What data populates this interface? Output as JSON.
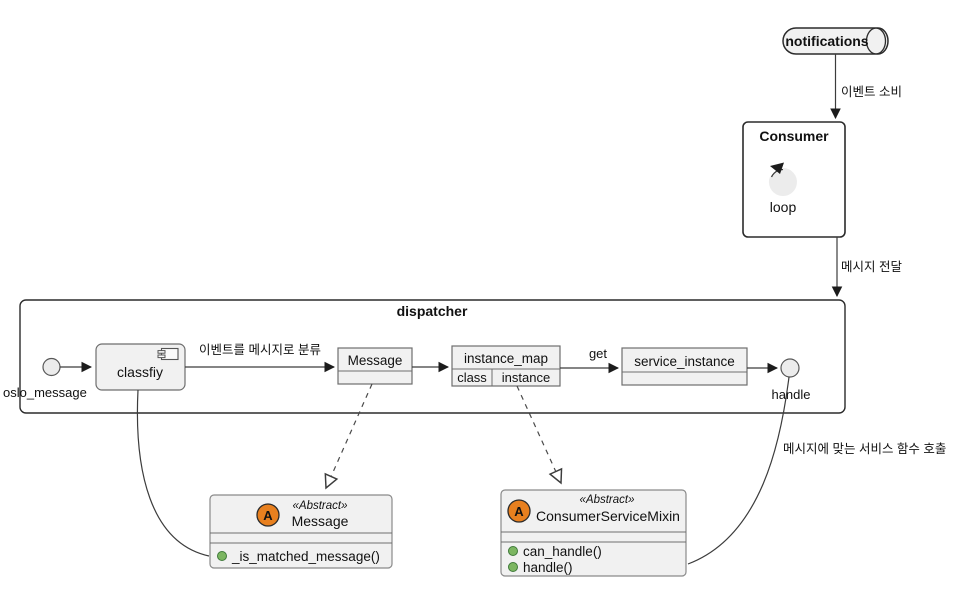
{
  "queue": {
    "label": "notifications"
  },
  "consumer": {
    "title": "Consumer",
    "loop_label": "loop"
  },
  "dispatcher": {
    "title": "dispatcher",
    "classfiy_label": "classfiy",
    "message_box_label": "Message",
    "instance_map": {
      "title": "instance_map",
      "col_class": "class",
      "col_instance": "instance"
    },
    "service_instance_label": "service_instance"
  },
  "ports": {
    "oslo_message": "oslo_message",
    "handle": "handle"
  },
  "edge_labels": {
    "consume_event": "이벤트 소비",
    "deliver_message": "메시지 전달",
    "classify_event": "이벤트를 메시지로 분류",
    "get": "get",
    "call_service": "메시지에 맞는 서비스 함수 호출"
  },
  "classes": {
    "message": {
      "icon_letter": "A",
      "stereotype": "«Abstract»",
      "name": "Message",
      "methods": [
        "_is_matched_message()"
      ]
    },
    "mixin": {
      "icon_letter": "A",
      "stereotype": "«Abstract»",
      "name": "ConsumerServiceMixin",
      "methods": [
        "can_handle()",
        "handle()"
      ]
    }
  },
  "colors": {
    "box_fill": "#f1f1f1",
    "abstract_icon_orange": "#e8801f",
    "method_dot_green": "#7cb661",
    "line": "#3c3c3c"
  }
}
